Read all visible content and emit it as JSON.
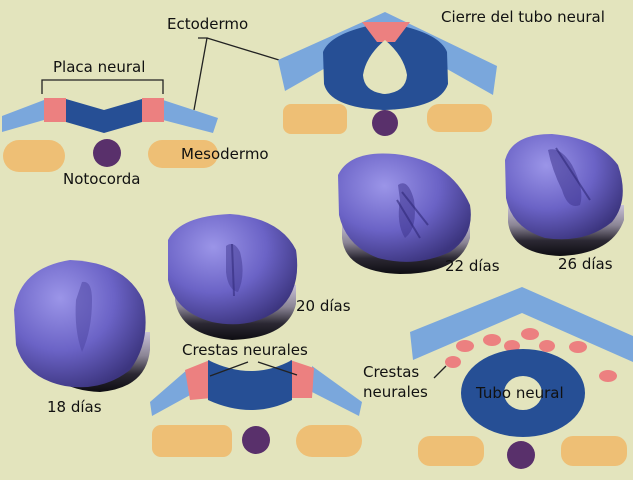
{
  "labels": {
    "ectodermo": "Ectodermo",
    "placa_neural": "Placa neural",
    "mesodermo": "Mesodermo",
    "notocorda": "Notocorda",
    "cierre_tubo_neural": "Cierre del tubo neural",
    "crestas_neurales_top": "Crestas neurales",
    "crestas_neurales_right_line1": "Crestas",
    "crestas_neurales_right_line2": "neurales",
    "tubo_neural": "Tubo neural"
  },
  "stages": [
    {
      "id": "d18",
      "label": "18 días"
    },
    {
      "id": "d20",
      "label": "20 días"
    },
    {
      "id": "d22",
      "label": "22 días"
    },
    {
      "id": "d26",
      "label": "26 días"
    }
  ],
  "colors": {
    "background": "#e3e4bd",
    "ectoderm": "#7aa7dc",
    "neural_tissue": "#264f95",
    "neural_crest": "#ec8080",
    "mesoderm": "#eebf75",
    "notochord": "#59306b",
    "embryo": "#6a62c2"
  }
}
